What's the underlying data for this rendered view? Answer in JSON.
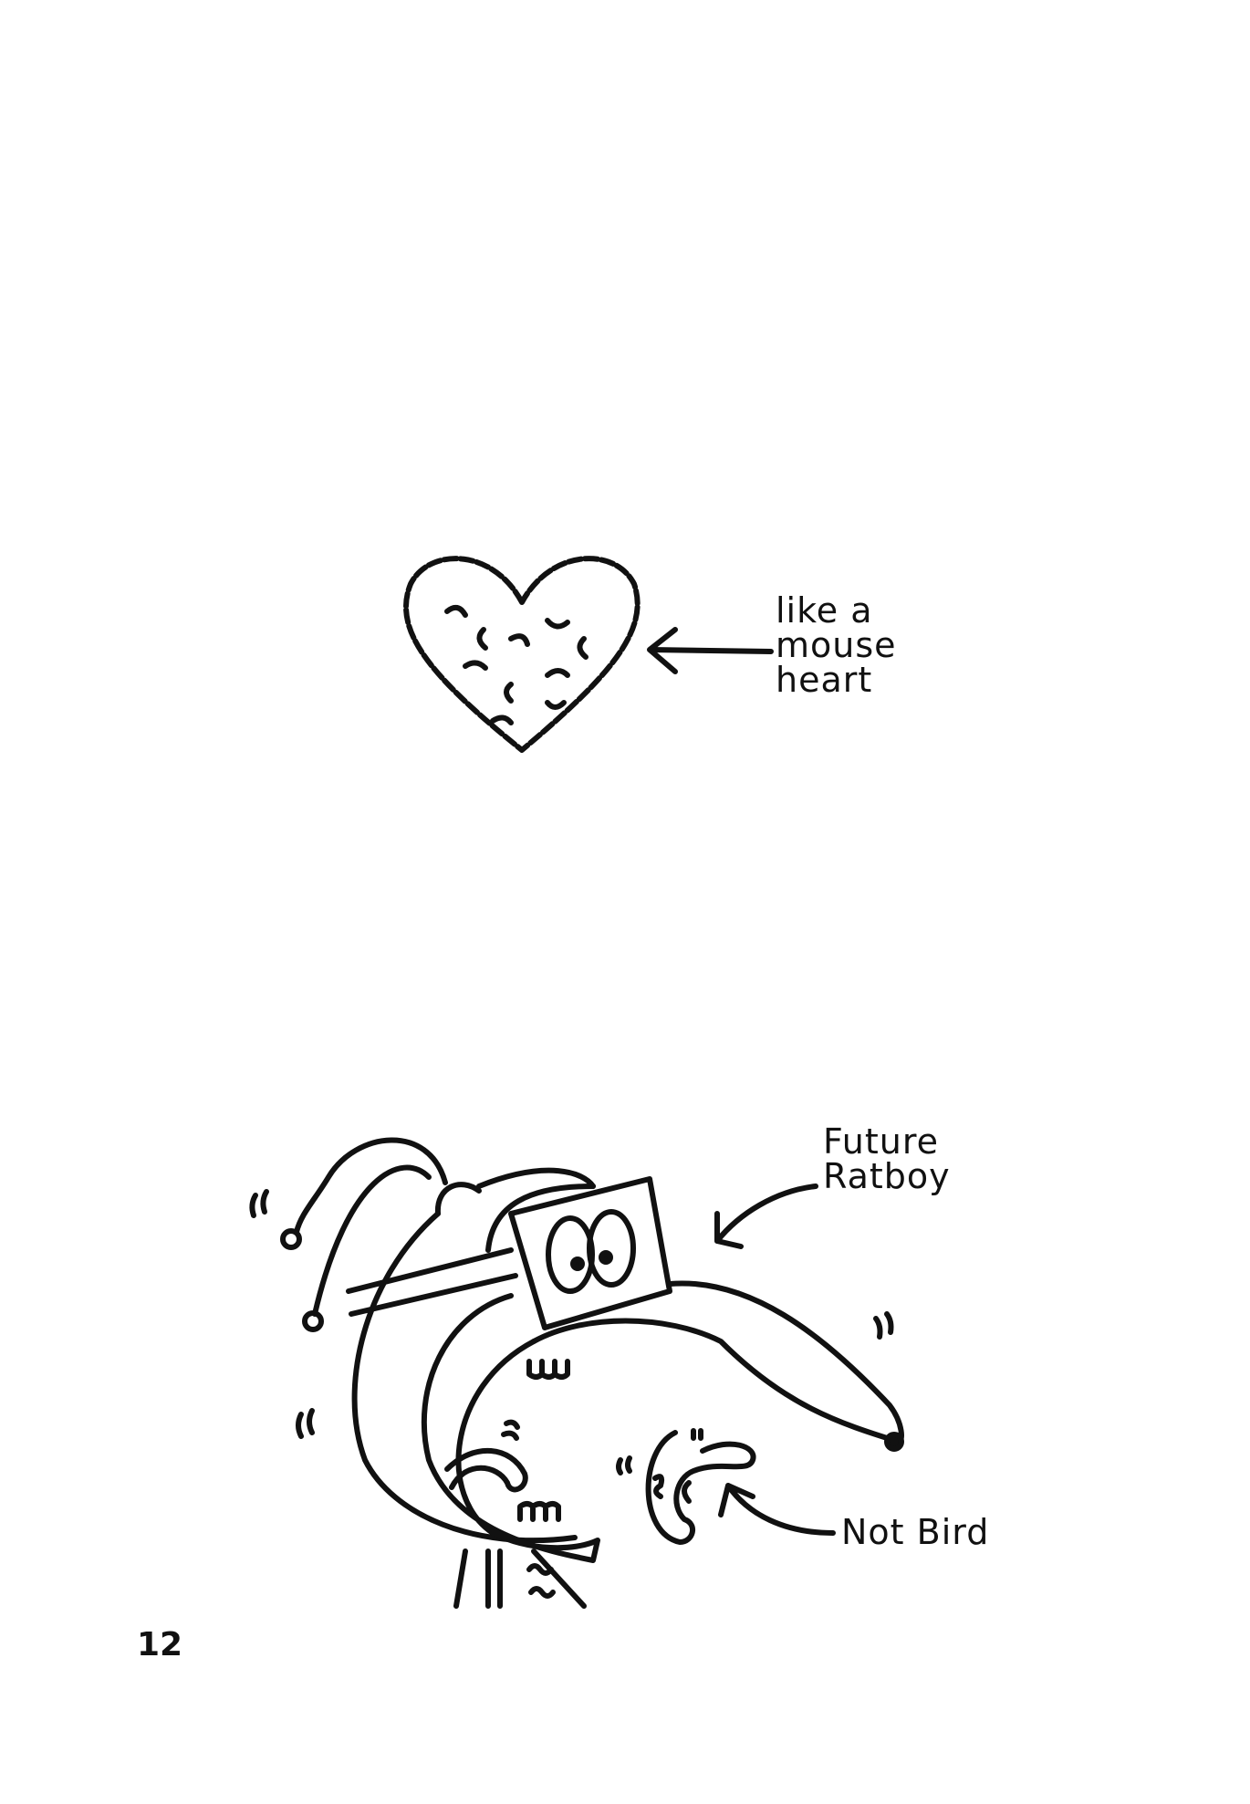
{
  "labels": {
    "heart": [
      "like a",
      "mouse",
      "heart"
    ],
    "future_ratboy": [
      "Future",
      "Ratboy"
    ],
    "not_bird": "Not Bird"
  },
  "page_number": "12"
}
